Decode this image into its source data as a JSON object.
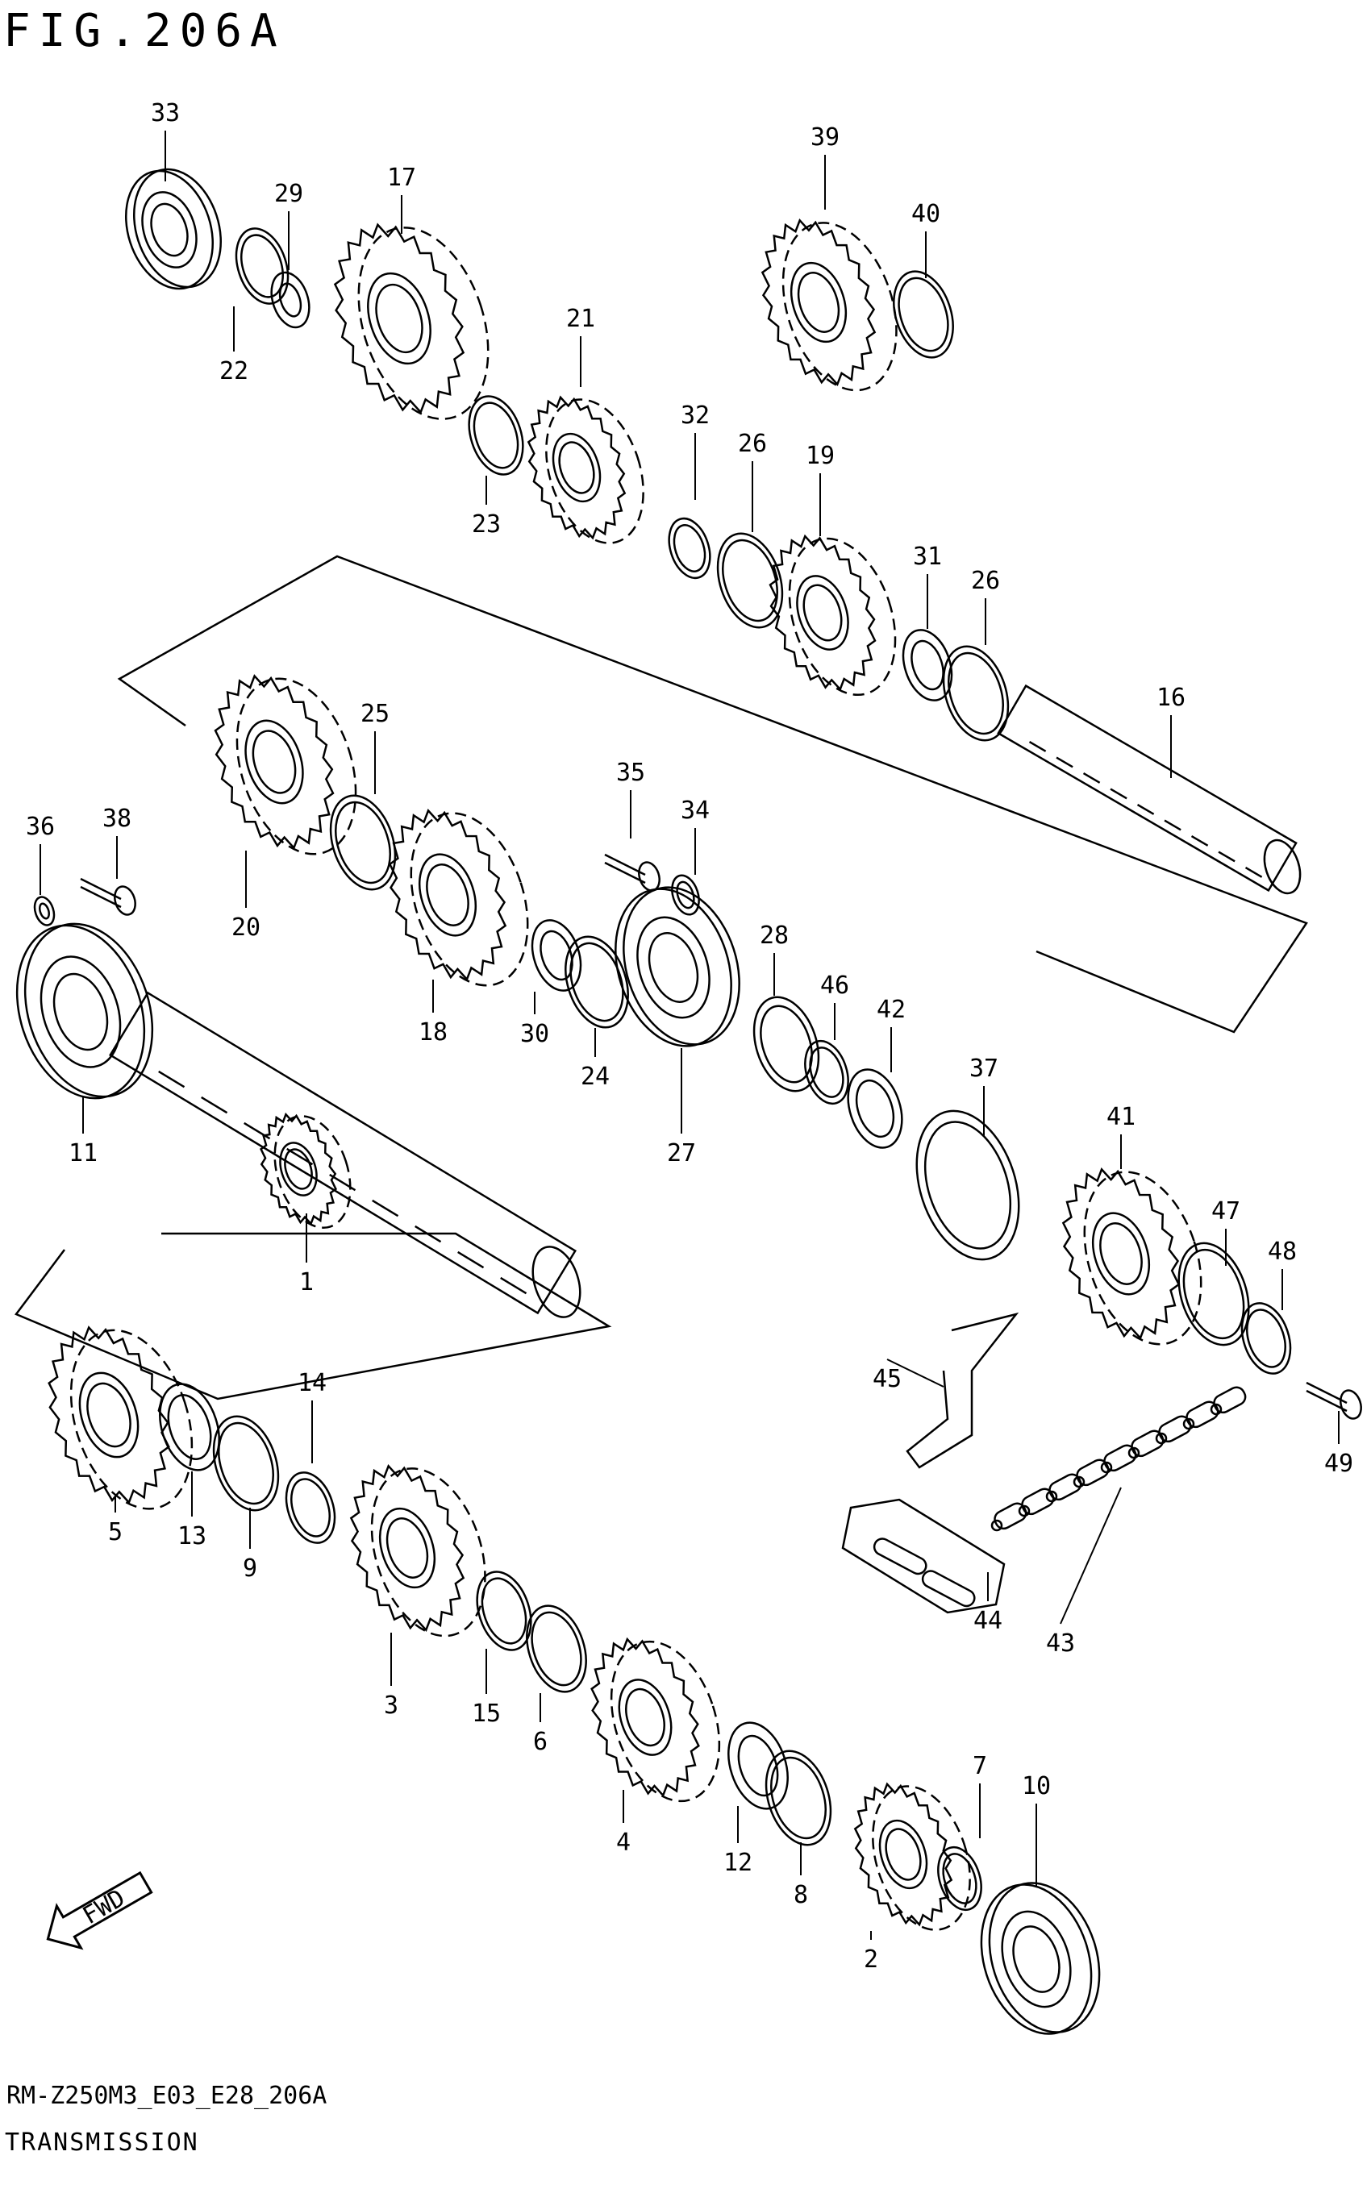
{
  "figure": {
    "title": "FIG.206A",
    "model_code": "RM-Z250M3_E03_E28_206A",
    "section": "TRANSMISSION"
  },
  "direction_arrow": {
    "label": "FWD"
  },
  "callouts": [
    "1",
    "2",
    "3",
    "4",
    "5",
    "6",
    "7",
    "8",
    "9",
    "10",
    "11",
    "12",
    "13",
    "14",
    "15",
    "16",
    "17",
    "18",
    "19",
    "20",
    "21",
    "22",
    "23",
    "24",
    "25",
    "26",
    "26",
    "27",
    "28",
    "29",
    "30",
    "31",
    "32",
    "33",
    "34",
    "35",
    "36",
    "37",
    "38",
    "39",
    "40",
    "41",
    "42",
    "43",
    "44",
    "45",
    "46",
    "47",
    "48",
    "49"
  ],
  "colors": {
    "line": "#000000",
    "background": "#ffffff"
  }
}
